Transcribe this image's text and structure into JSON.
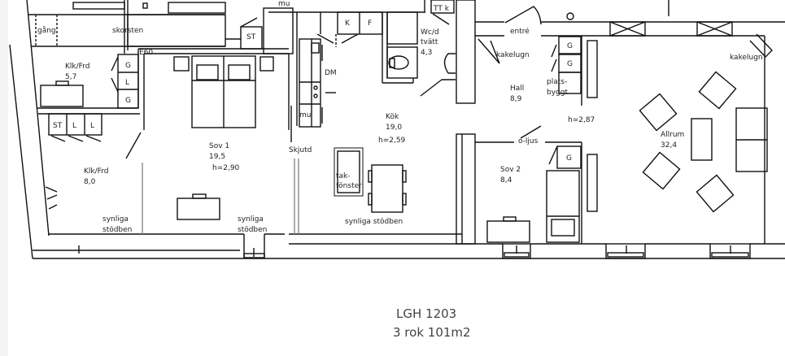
{
  "plan": {
    "apartment_id": "LGH 1203",
    "summary": "3 rok 101m2"
  },
  "rooms": {
    "klk_frd_1": {
      "name": "Klk/Frd",
      "area": "5,7"
    },
    "klk_frd_2": {
      "name": "Klk/Frd",
      "area": "8,0"
    },
    "sov1": {
      "name": "Sov 1",
      "area": "19,5",
      "height": "h=2,90"
    },
    "kok": {
      "name": "Kök",
      "area": "19,0",
      "height": "h=2,59"
    },
    "wc": {
      "name_line1": "Wc/d",
      "name_line2": "tvätt",
      "area": "4,3"
    },
    "hall": {
      "name": "Hall",
      "area": "8,9",
      "height": "h=2,87"
    },
    "sov2": {
      "name": "Sov 2",
      "area": "8,4"
    },
    "allrum": {
      "name": "Allrum",
      "area": "32,4"
    }
  },
  "labels": {
    "gang": "gång",
    "skorsten": "skorsten",
    "e60": "E60",
    "st": "ST",
    "mu": "mu",
    "k": "K",
    "f": "F",
    "ttk": "TT k",
    "g": "G",
    "l": "L",
    "dm": "DM",
    "skjutd": "Skjutd",
    "entre": "entré",
    "kakelugn": "kakelugn",
    "plats_line1": "plats-",
    "plats_line2": "byggt",
    "o_ljus": "o-ljus",
    "tak_line1": "tak-",
    "tak_line2": "fönster",
    "synliga": "synliga",
    "stodben": "stödben",
    "synliga_stodben": "synliga stödben"
  }
}
